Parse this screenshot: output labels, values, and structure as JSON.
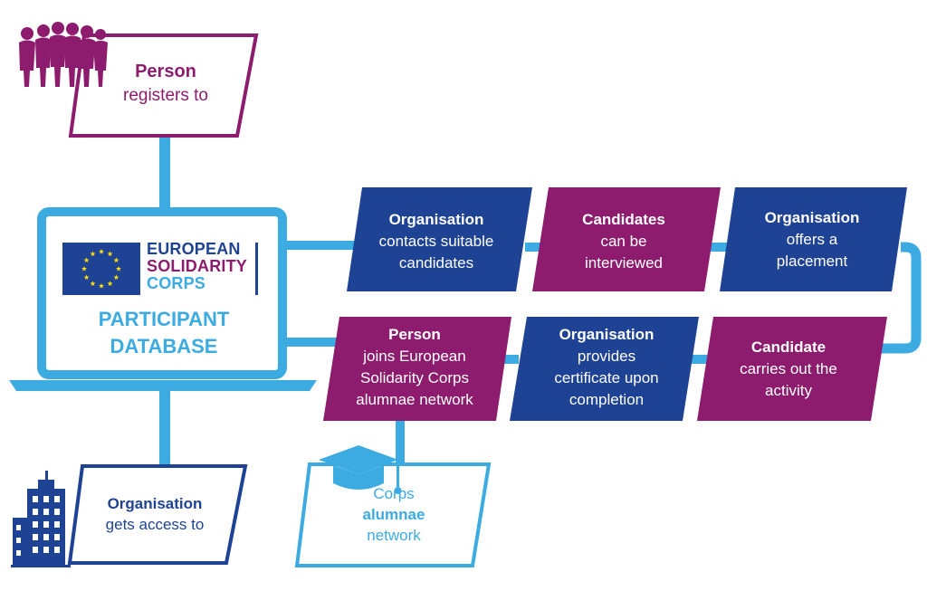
{
  "colors": {
    "blue": "#1e4395",
    "purple": "#8e1c6e",
    "cyan": "#3cabe2",
    "yellow": "#ffdd00"
  },
  "icons": [
    "people-silhouette-icon",
    "eu-flag-icon",
    "graduation-cap-icon",
    "office-building-icon"
  ],
  "person_box": {
    "title": "Person",
    "text": "registers to"
  },
  "database": {
    "logo_line1": "EUROPEAN",
    "logo_line2": "SOLIDARITY",
    "logo_line3": "CORPS",
    "title1": "PARTICIPANT",
    "title2": "DATABASE"
  },
  "org_box": {
    "title": "Organisation",
    "text": "gets access to"
  },
  "alumnae_box": {
    "line1": "Corps",
    "line2": "alumnae",
    "line3": "network"
  },
  "steps": [
    {
      "title": "Organisation",
      "text": "contacts suitable\ncandidates",
      "color": "blue"
    },
    {
      "title": "Candidates",
      "text": "can be\ninterviewed",
      "color": "purple"
    },
    {
      "title": "Organisation",
      "text": "offers a\nplacement",
      "color": "blue"
    },
    {
      "title": "Candidate",
      "text": "carries out the\nactivity",
      "color": "purple"
    },
    {
      "title": "Organisation",
      "text": "provides\ncertificate upon\ncompletion",
      "color": "blue"
    },
    {
      "title": "Person",
      "text": "joins European\nSolidarity Corps\nalumnae network",
      "color": "purple"
    }
  ]
}
